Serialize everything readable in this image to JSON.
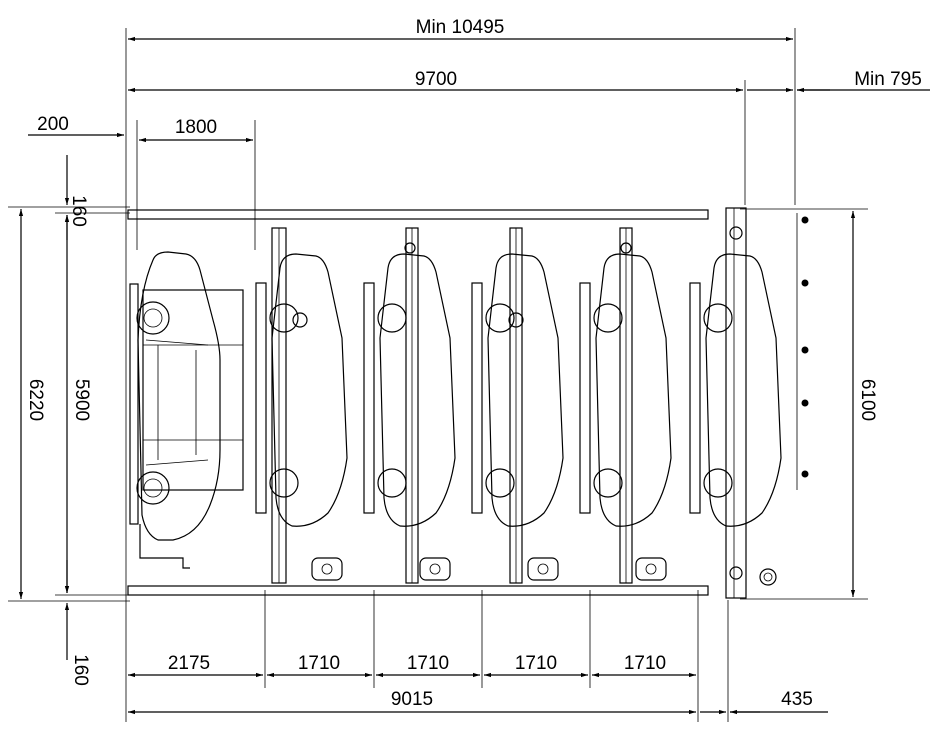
{
  "dimensions": {
    "min_total_width": "Min 10495",
    "overall_width": "9700",
    "min_right_clearance": "Min 795",
    "left_offset": "200",
    "first_bay_width": "1800",
    "top_margin": "160",
    "overall_depth": "6220",
    "inner_depth": "5900",
    "right_depth": "6100",
    "bottom_margin": "160",
    "bay_first": "2175",
    "bay_2": "1710",
    "bay_3": "1710",
    "bay_4": "1710",
    "bay_5": "1710",
    "total_bays_width": "9015",
    "right_end": "435"
  },
  "colors": {
    "line": "#000000",
    "background": "#ffffff"
  }
}
